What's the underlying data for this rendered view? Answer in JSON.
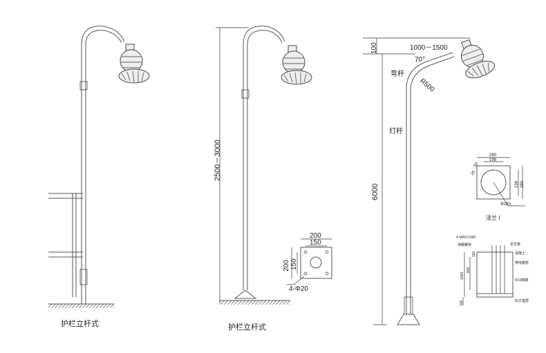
{
  "figure1": {
    "caption": "护栏立杆式"
  },
  "figure2": {
    "caption": "护栏立杆式",
    "height_dim": "2500－3000",
    "base_plate": {
      "outer_w": "200",
      "inner_w": "150",
      "outer_h": "200",
      "inner_h": "150",
      "holes": "4-Φ20"
    }
  },
  "figure3": {
    "top_dim": "100",
    "arm_dim": "1000－1500",
    "angle": "70°",
    "radius": "R500",
    "bent_pole": "弯杆",
    "pole": "灯杆",
    "height_dim": "6000",
    "flange": {
      "title": "法兰 I",
      "w_outer": "280",
      "w_inner": "198",
      "h_inner": "198",
      "h_outer": "280",
      "diameter": "Φ280",
      "d1": "50",
      "d2": "25"
    },
    "foundation": {
      "bolts": "4-M20×1000",
      "anchor": "地脚螺栓",
      "plate": "定位板",
      "concrete": "混凝土",
      "conduit": "穿线钢管",
      "rebar": "Φ10钢筋",
      "gravel": "石子垫层",
      "depth": "1000",
      "depth2": "800",
      "top": "150",
      "bottom": "100"
    }
  }
}
